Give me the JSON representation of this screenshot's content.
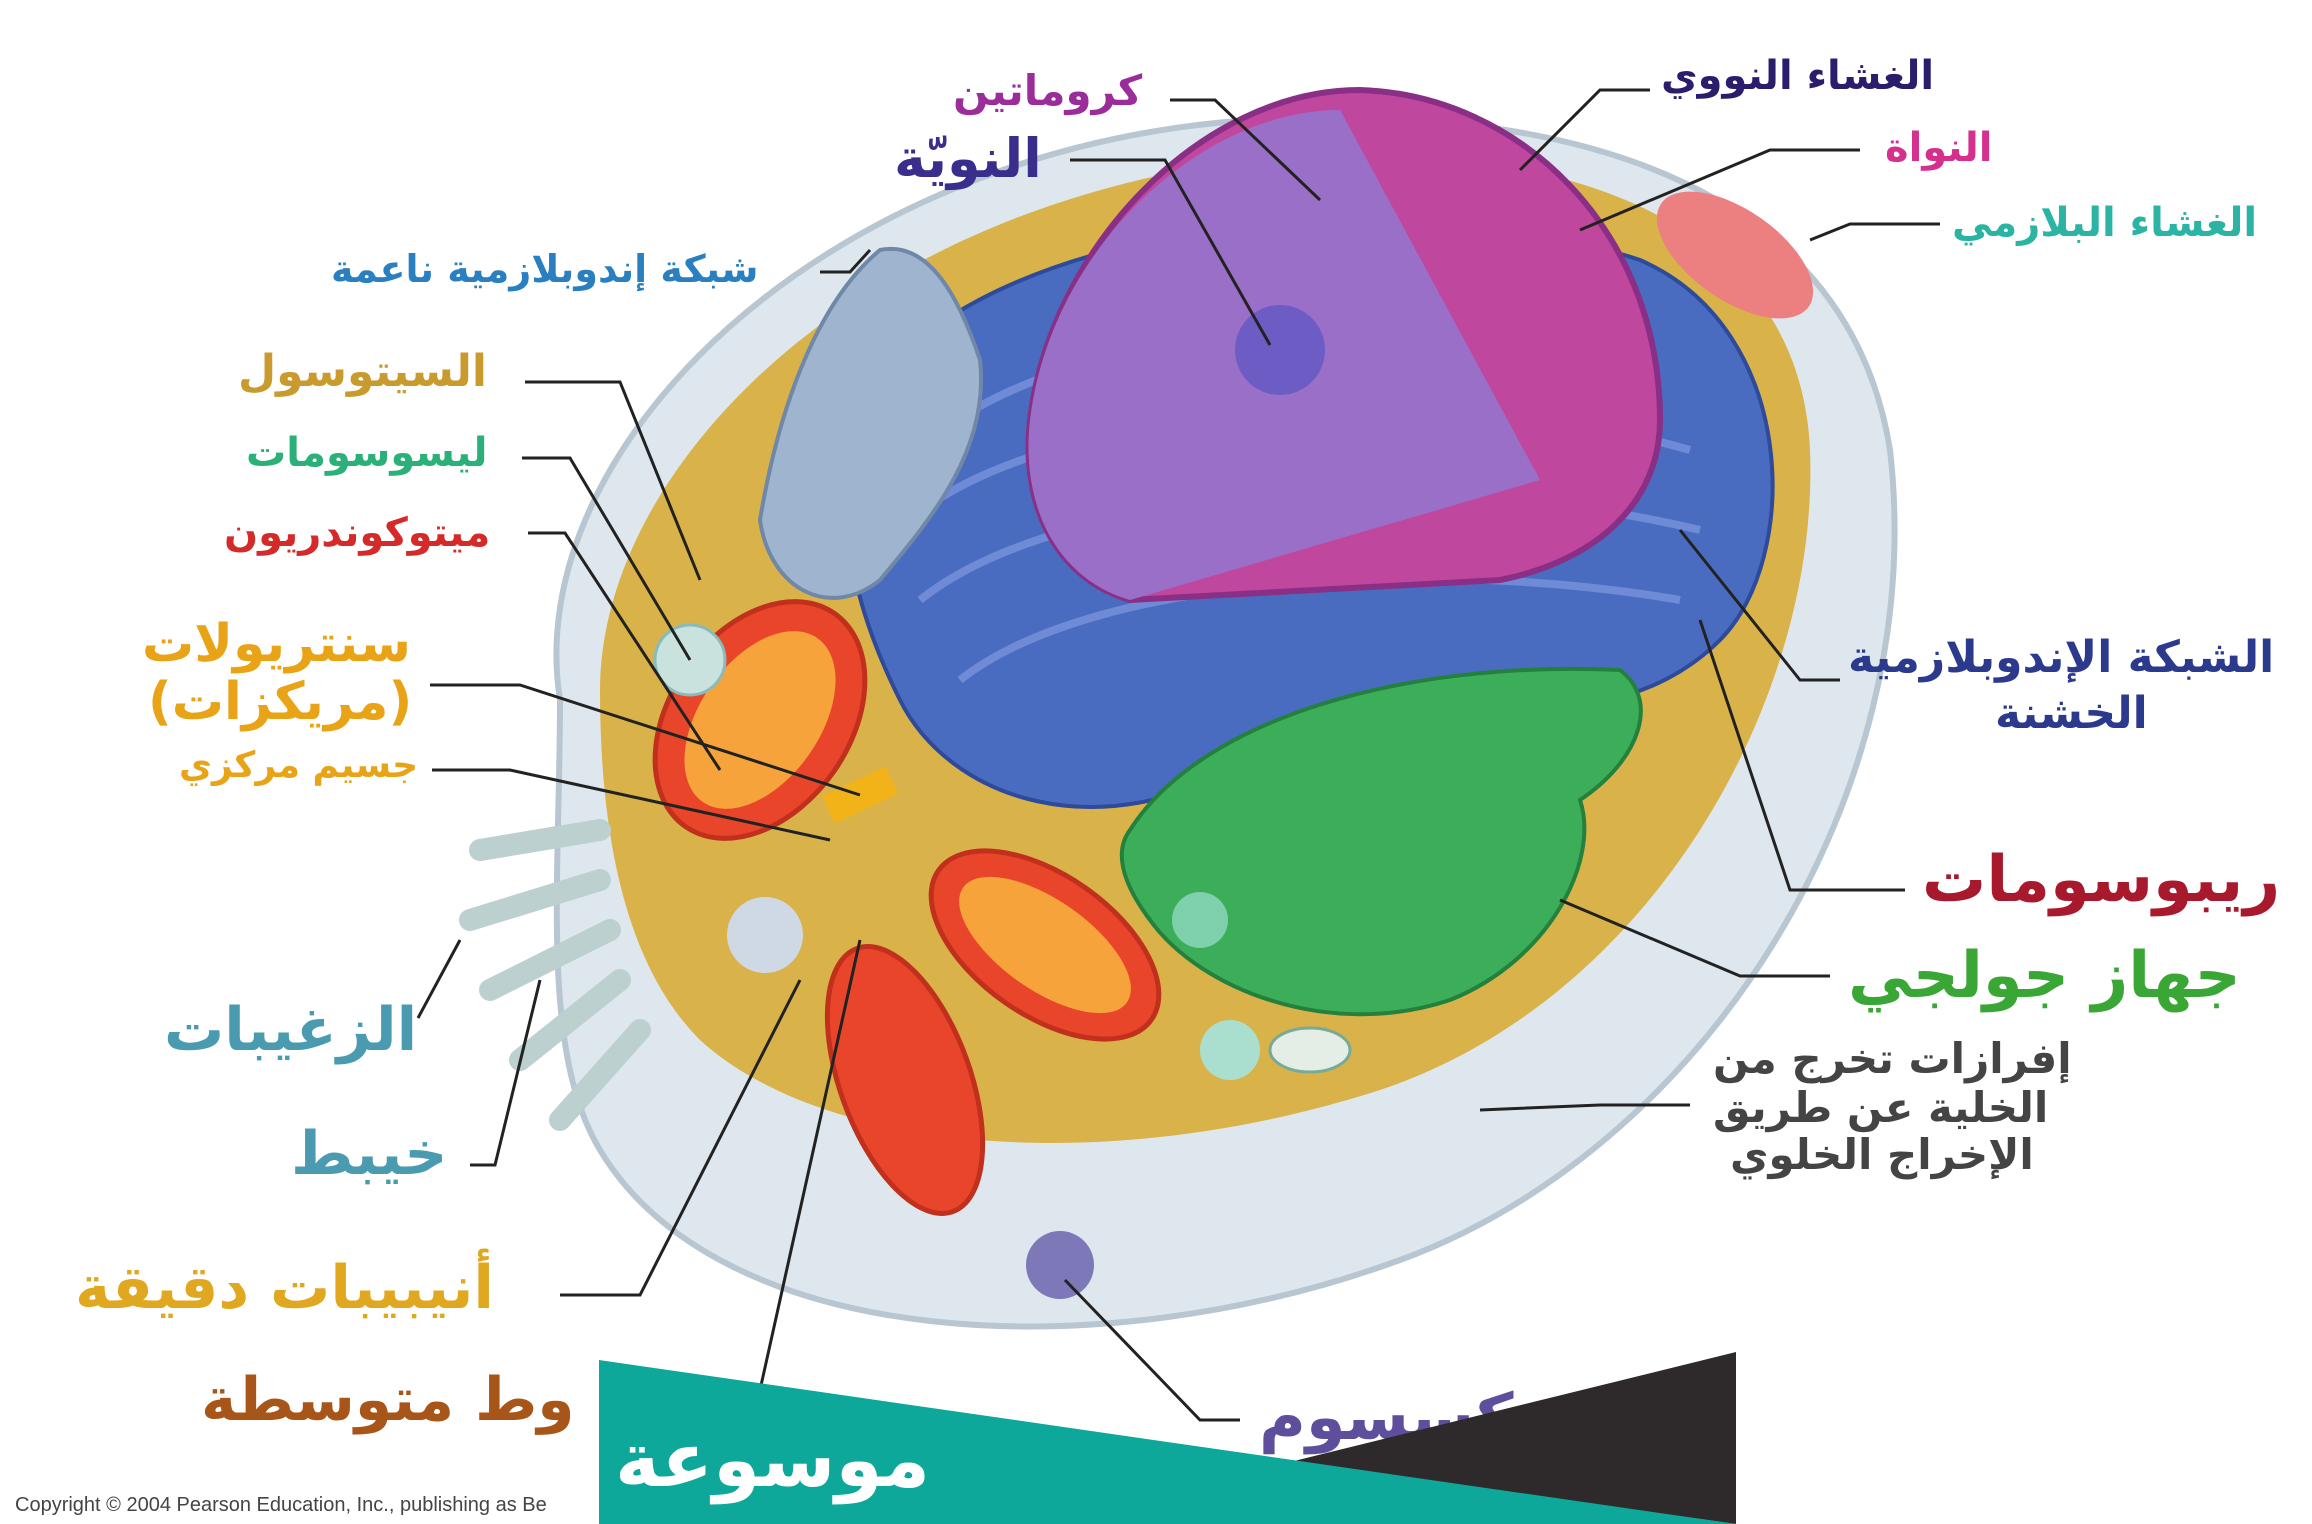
{
  "labels": {
    "chromatin": "كروماتين",
    "nucleolus": "النويّة",
    "nuclear_envelope": "الغشاء النووي",
    "nucleus": "النواة",
    "plasma_membrane": "الغشاء البلازمي",
    "smooth_er": "شبكة إندوبلازمية ناعمة",
    "cytosol": "السيتوسول",
    "lysosomes": "ليسوسومات",
    "mitochondrion": "ميتوكوندريون",
    "centrioles": "سنتريولات",
    "centrioles_alt": "(مريكزات)",
    "centrosome": "جسيم مركزي",
    "rough_er_line1": "الشبكة الإندوبلازمية",
    "rough_er_line2": "الخشنة",
    "ribosomes": "ريبوسومات",
    "golgi": "جهاز جولجي",
    "secretion_line1": "إفرازات تخرج من",
    "secretion_line2": "الخلية عن طريق",
    "secretion_line3": "الإخراج الخلوي",
    "microvilli": "الزغيبات",
    "filament": "خيبط",
    "microtubules": "أنيبيبات دقيقة",
    "intermediate_filaments": "وط متوسطة",
    "peroxisome": "كسسوم"
  },
  "copyright": "Copyright © 2004 Pearson Education, Inc., publishing as Be",
  "watermark": "موسوعة",
  "colors": {
    "teal_banner": "#0ea89a",
    "dark_banner": "#2e2a2b",
    "nucleus": "#9a4fb0",
    "er": "#4a6cc0",
    "golgi": "#3cae5a",
    "mitochondria": "#e8452a",
    "cytoplasm": "#d9b24a"
  }
}
